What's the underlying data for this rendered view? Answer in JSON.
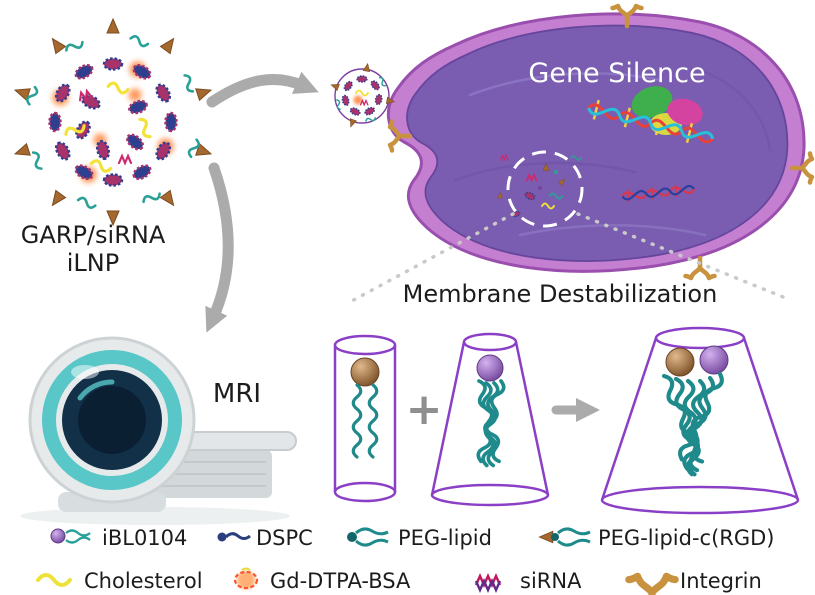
{
  "labels": {
    "gene_silence": "Gene Silence",
    "garp_line1": "GARP/siRNA",
    "garp_line2": "iLNP",
    "membrane": "Membrane Destabilization",
    "mri": "MRI",
    "plus": "+"
  },
  "legend": {
    "items": [
      {
        "label": "iBL0104",
        "icon": "purple-lipid-sphere-icon"
      },
      {
        "label": "DSPC",
        "icon": "navy-phospholipid-icon"
      },
      {
        "label": "PEG-lipid",
        "icon": "teal-peg-lipid-icon"
      },
      {
        "label": "PEG-lipid-c(RGD)",
        "icon": "peg-lipid-rgd-icon"
      },
      {
        "label": "Cholesterol",
        "icon": "yellow-cholesterol-icon"
      },
      {
        "label": "Gd-DTPA-BSA",
        "icon": "orange-gd-dtpa-bsa-icon"
      },
      {
        "label": "siRNA",
        "icon": "sirna-zigzag-icon"
      },
      {
        "label": "Integrin",
        "icon": "integrin-y-icon"
      }
    ]
  },
  "colors": {
    "cell_membrane": "#c47fd0",
    "cell_interior": "#7a5db0",
    "lipid_outline": "#8b3fc6",
    "tail_teal": "#1f8a8c",
    "arrow_gray": "#ababab",
    "integrin_tan": "#c9923f"
  }
}
